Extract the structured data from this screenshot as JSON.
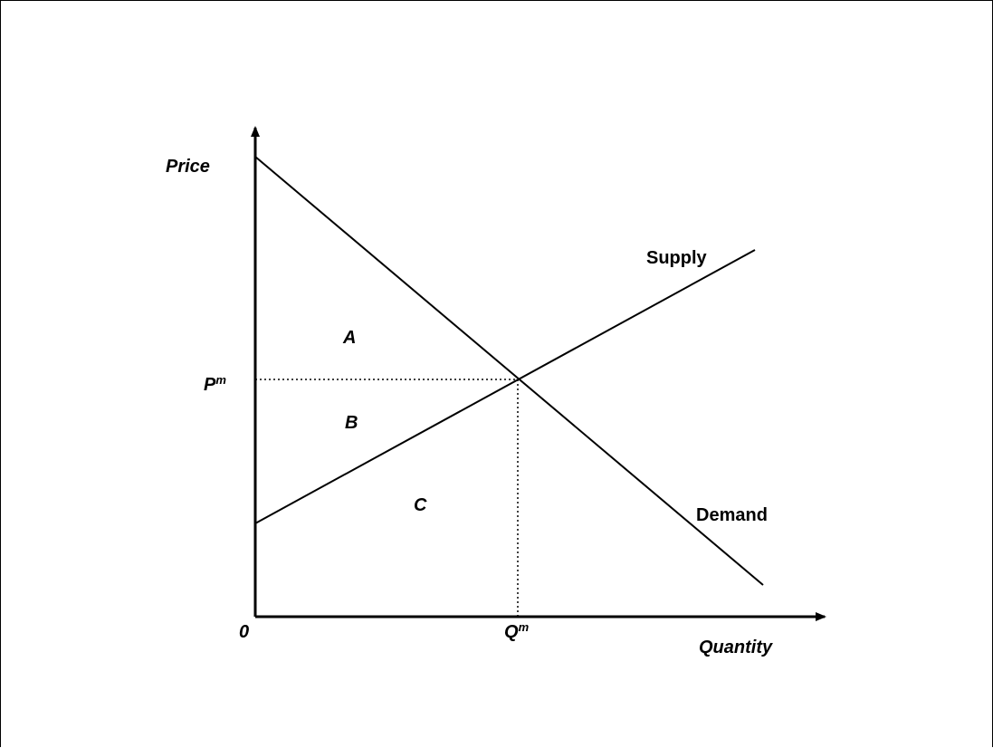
{
  "labels": {
    "y_axis": "Price",
    "x_axis": "Quantity",
    "origin": "0",
    "price_base": "P",
    "price_sup": "m",
    "qty_base": "Q",
    "qty_sup": "m",
    "supply": "Supply",
    "demand": "Demand",
    "region_a": "A",
    "region_b": "B",
    "region_c": "C"
  },
  "colors": {
    "ink": "#000000",
    "background": "#ffffff"
  }
}
